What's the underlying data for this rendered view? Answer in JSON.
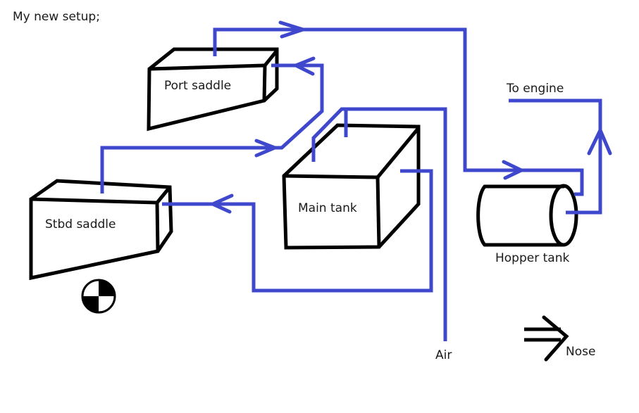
{
  "title": "My new setup;",
  "colors": {
    "pipe": "#3f48cc",
    "outline": "#000000",
    "background": "#ffffff"
  },
  "components": {
    "port_saddle": "Port saddle",
    "stbd_saddle": "Stbd saddle",
    "main_tank": "Main tank",
    "hopper_tank": "Hopper tank"
  },
  "labels": {
    "to_engine": "To engine",
    "air": "Air",
    "nose": "Nose"
  },
  "icons": {
    "cg": "center-of-gravity-icon",
    "nose_direction": "double-arrow-right-icon"
  }
}
